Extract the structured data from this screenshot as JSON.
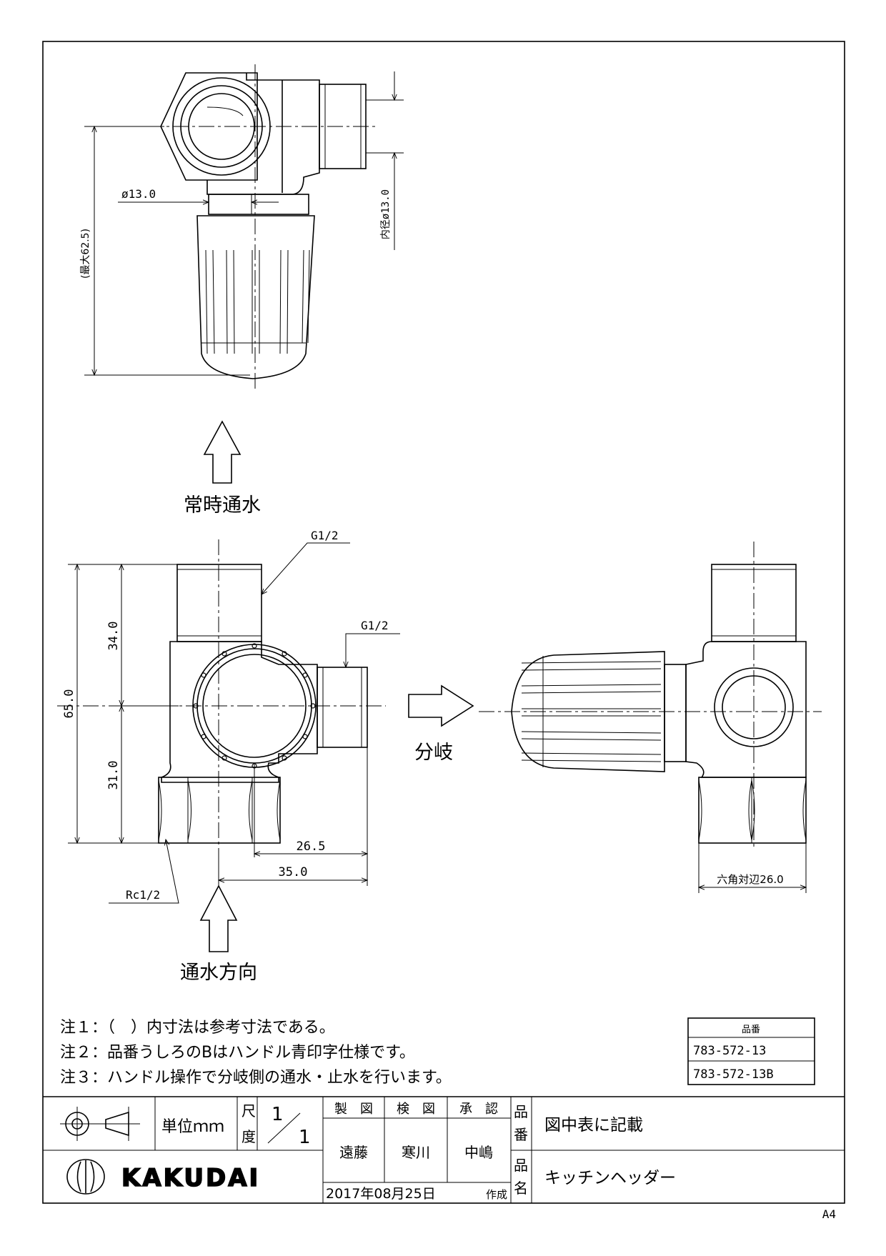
{
  "drawing": {
    "top_view": {
      "dim_pipe": "ø13.0",
      "dim_inner": "内径ø13.0",
      "dim_max": "(最大62.5)",
      "flow_label": "常時通水"
    },
    "front_view": {
      "thread_top": "G1/2",
      "thread_side": "G1/2",
      "thread_bottom": "Rc1/2",
      "dim_height_total": "65.0",
      "dim_height_upper": "34.0",
      "dim_height_lower": "31.0",
      "dim_width_1": "26.5",
      "dim_width_2": "35.0",
      "flow_label": "通水方向",
      "branch_label": "分岐"
    },
    "side_view": {
      "dim_hex": "六角対辺26.0"
    }
  },
  "notes": [
    "注１：（　）内寸法は参考寸法である。",
    "注２：品番うしろのBはハンドル青印字仕様です。",
    "注３：ハンドル操作で分岐側の通水・止水を行います。"
  ],
  "part_table": {
    "header": "品番",
    "rows": [
      "783-572-13",
      "783-572-13B"
    ]
  },
  "title_block": {
    "unit_label": "単位ｍｍ",
    "scale_label_1": "尺",
    "scale_label_2": "度",
    "scale_num": "1",
    "scale_den": "1",
    "col_drawn": "製　図",
    "col_checked": "検　図",
    "col_approved": "承　認",
    "name_drawn": "遠藤",
    "name_checked": "寒川",
    "name_approved": "中嶋",
    "part_no_label_1": "品",
    "part_no_label_2": "番",
    "part_no_value": "図中表に記載",
    "part_name_label_1": "品",
    "part_name_label_2": "名",
    "part_name_value": "キッチンヘッダー",
    "date": "2017年08月25日",
    "date_suffix": "作成",
    "company": "KAKUDAI"
  },
  "paper_size": "A4"
}
